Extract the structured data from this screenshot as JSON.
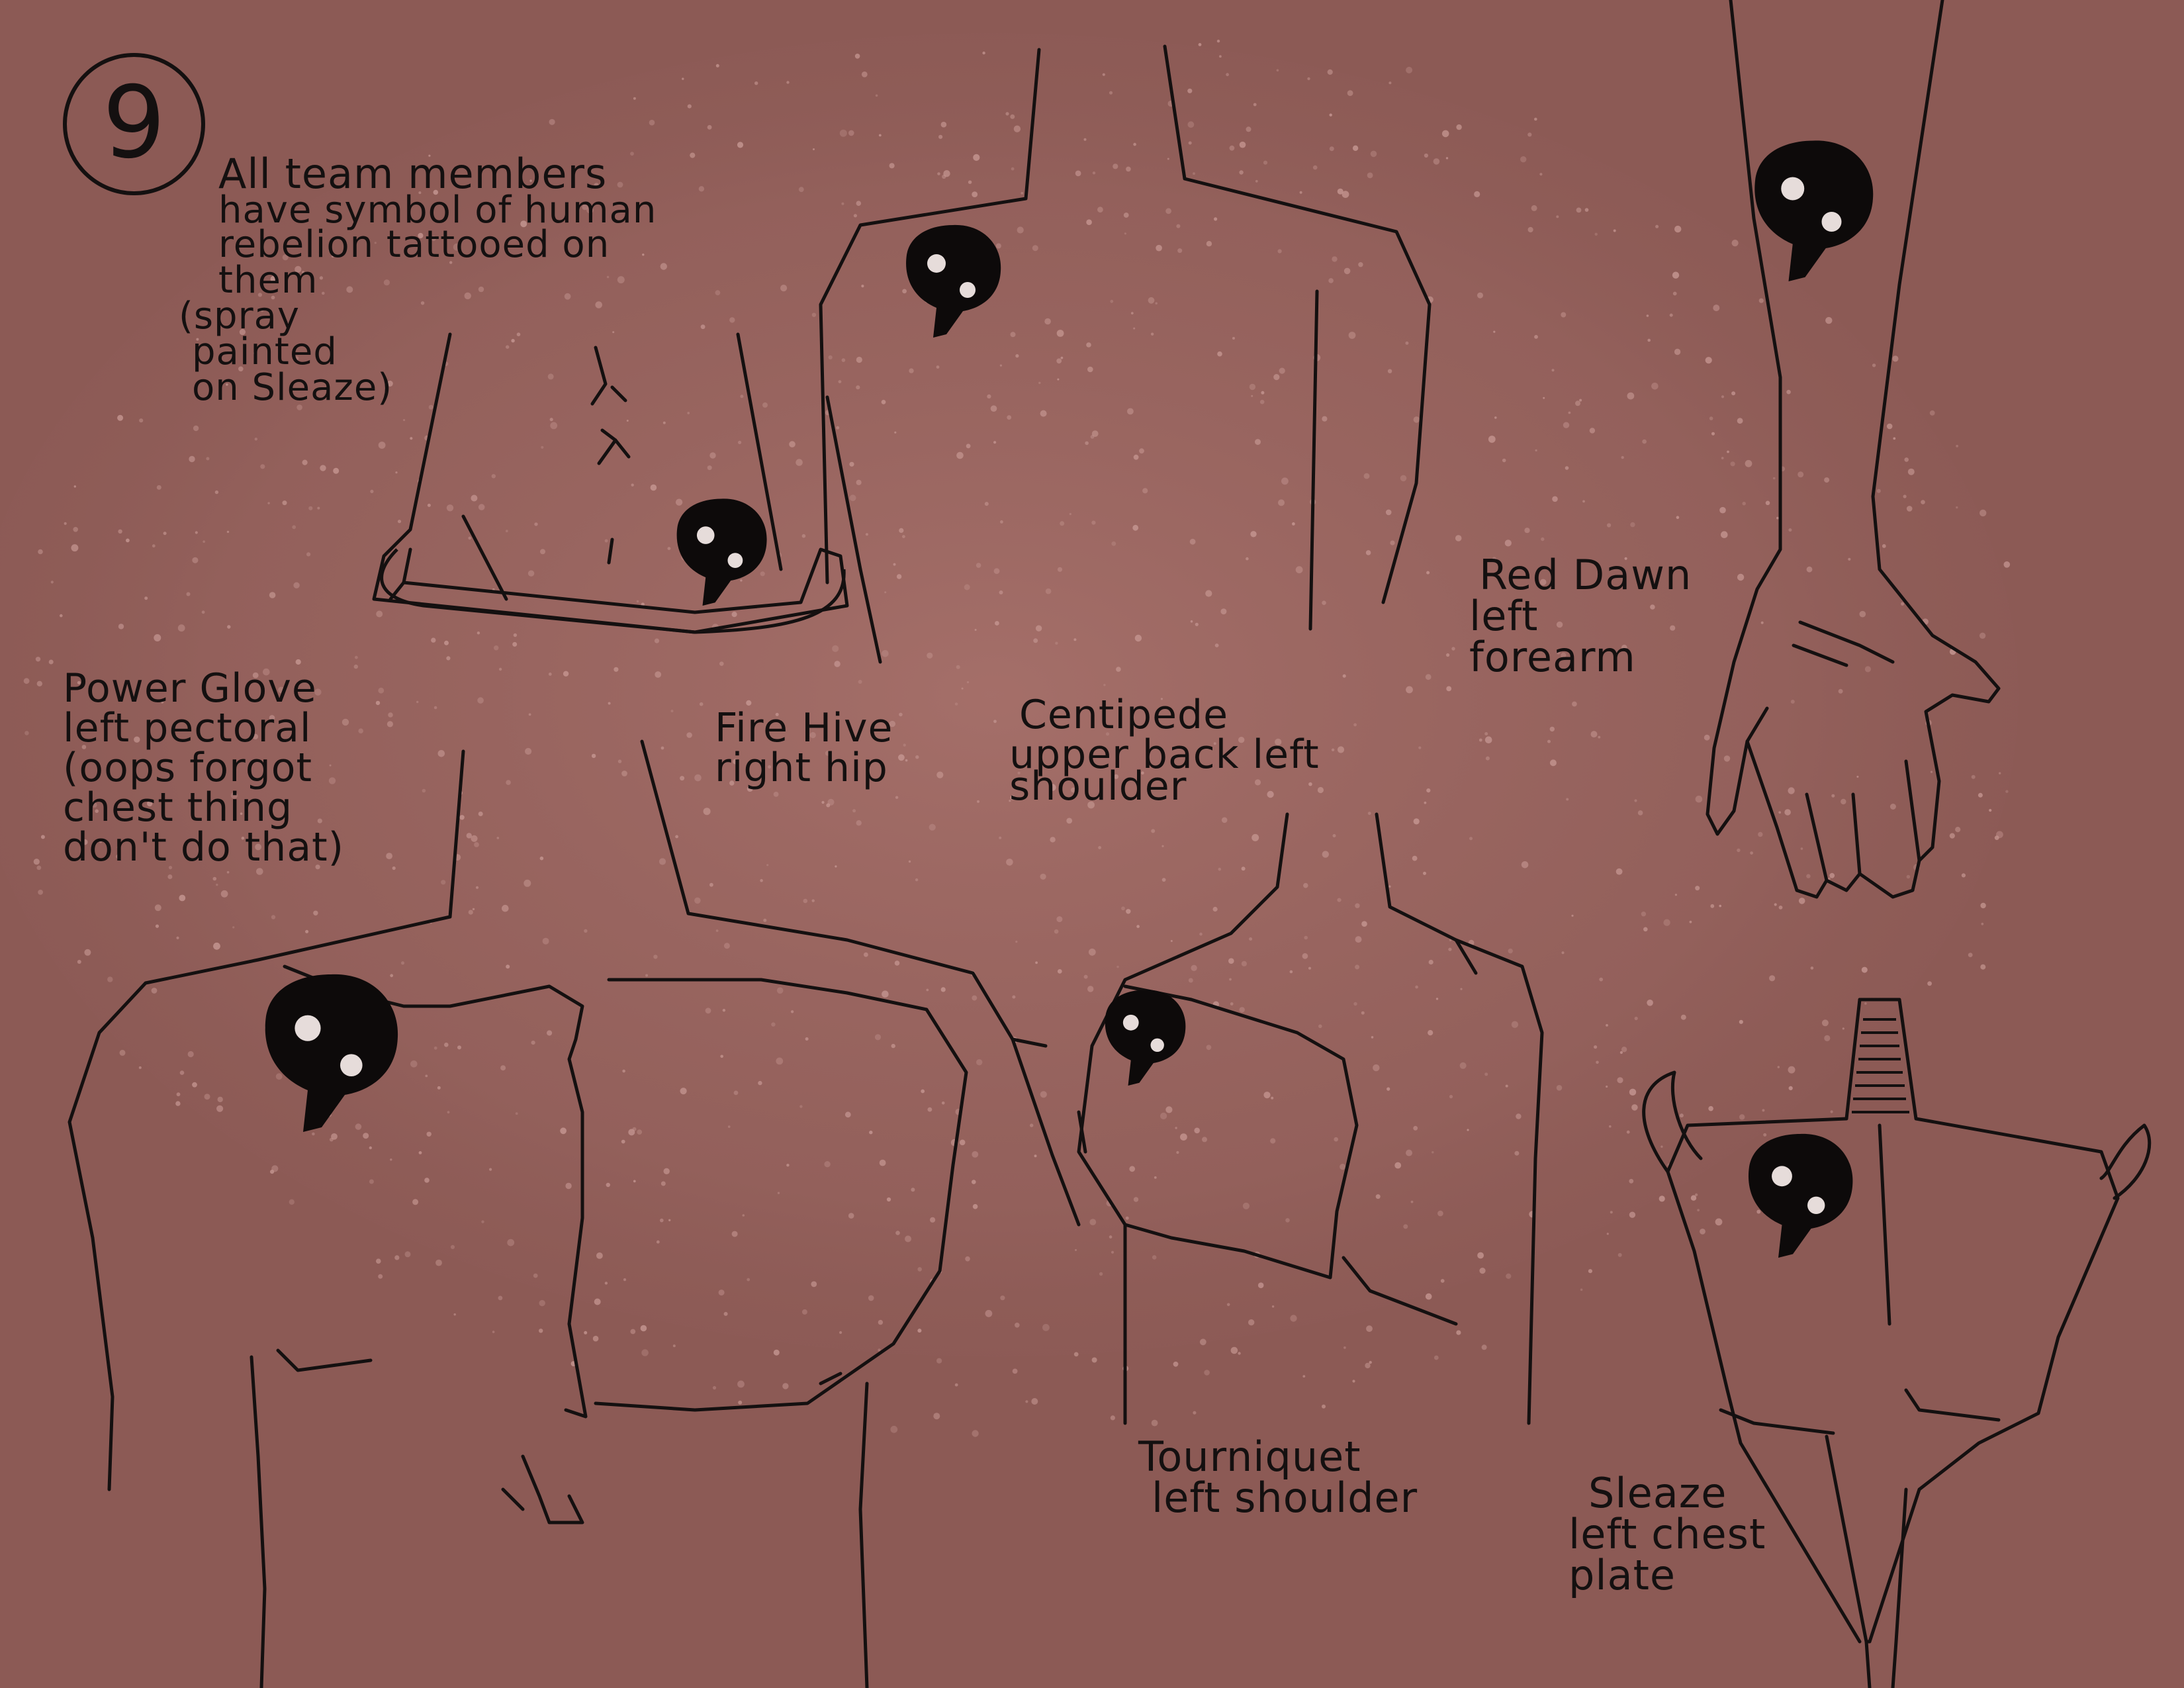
{
  "page_number": "9",
  "intro": {
    "line1": "All team members",
    "line2": "have symbol of human",
    "line3": "rebelion tattooed on",
    "line4": "them",
    "line5": "(spray",
    "line6": "painted",
    "line7": "on Sleaze)"
  },
  "labels": {
    "power_glove": {
      "line1": "Power Glove",
      "line2": "left pectoral",
      "line3": "(oops forgot",
      "line4": "chest thing",
      "line5": "don't do that)"
    },
    "fire_hive": {
      "line1": "Fire Hive",
      "line2": "right hip"
    },
    "centipede": {
      "line1": "Centipede",
      "line2": "upper back left",
      "line3": "shoulder"
    },
    "red_dawn": {
      "line1": "Red Dawn",
      "line2": "left",
      "line3": "forearm"
    },
    "tourniquet": {
      "line1": "Tourniquet",
      "line2": "left shoulder"
    },
    "sleaze": {
      "line1": "Sleaze",
      "line2": "left chest",
      "line3": "plate"
    }
  },
  "colors": {
    "background": "#8c5a55",
    "ink": "#141010",
    "speckle": "#c49590"
  },
  "icons": [
    "rebellion-symbol-icon"
  ]
}
